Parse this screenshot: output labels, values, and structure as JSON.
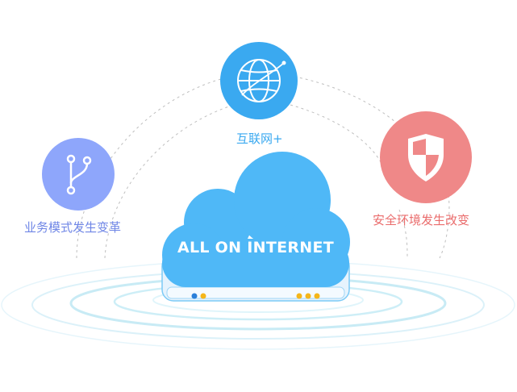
{
  "nodes": {
    "internet": {
      "label": "互联网+",
      "icon": "globe-icon",
      "color": "#3aa9f0",
      "text_color": "#3aa9f0"
    },
    "business": {
      "label": "业务模式发生变革",
      "icon": "branch-icon",
      "color": "#8ea6fb",
      "text_color": "#6f86e6"
    },
    "security": {
      "label": "安全环境发生改变",
      "icon": "shield-icon",
      "color": "#ef8888",
      "text_color": "#ea6c6c"
    }
  },
  "cloud": {
    "title": "ALL ON INTERNET",
    "color": "#4fb8f7",
    "server_color": "#e6f3fd",
    "server_edge": "#7ccaf6",
    "led_blue": "#2b7fd9",
    "led_yellow": "#f5b61a"
  },
  "colors": {
    "ring": "#cfeef7",
    "dashed_line": "#bfbfbf"
  }
}
